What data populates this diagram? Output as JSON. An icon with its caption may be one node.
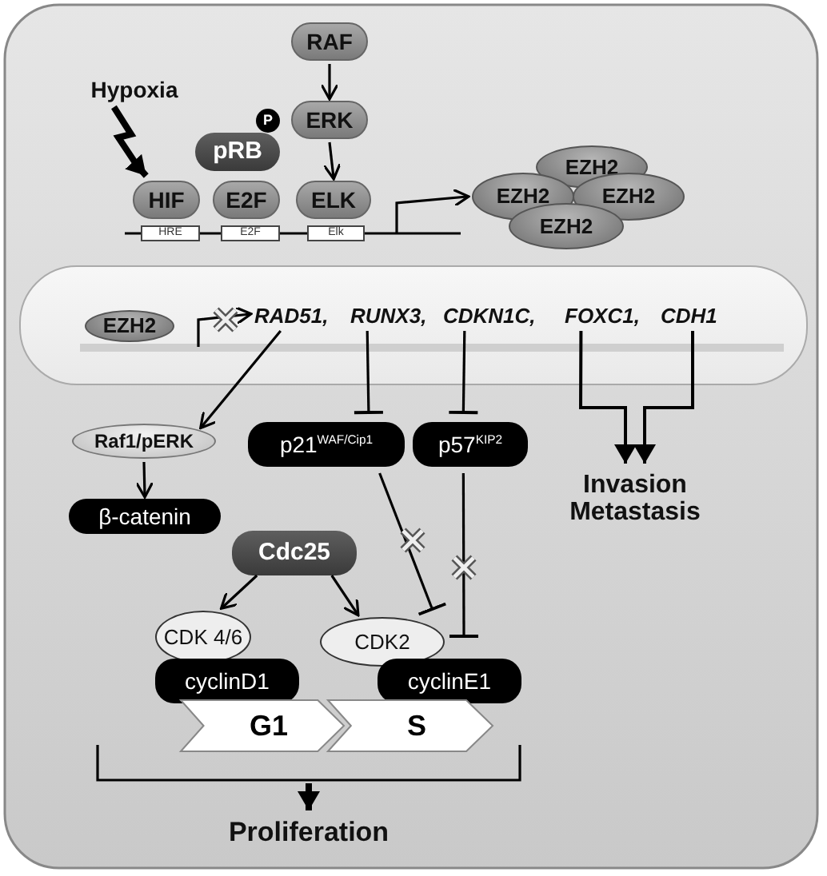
{
  "diagram": {
    "nodes": [
      {
        "text": [
          "RAF"
        ]
      },
      {
        "text": [
          "ERK"
        ]
      },
      {
        "text": [
          "Hypoxia"
        ]
      },
      {
        "text": [
          "pRB"
        ]
      },
      {
        "text": [
          "HIF"
        ]
      },
      {
        "text": [
          "E2F"
        ]
      },
      {
        "text": [
          "ELK"
        ]
      },
      {
        "text": [
          "HRE"
        ]
      },
      {
        "text": [
          "E2F"
        ]
      },
      {
        "text": [
          "Elk"
        ]
      },
      {
        "text": [
          "EZH2"
        ]
      },
      {
        "text": [
          "EZH2"
        ]
      },
      {
        "text": [
          "EZH2"
        ]
      },
      {
        "text": [
          "EZH2"
        ]
      },
      {
        "text": [],
        "shape": "band"
      },
      {
        "text": [
          "EZH2"
        ],
        "in": 14
      },
      {
        "text": [
          "RAD51,"
        ],
        "in": 14
      },
      {
        "text": [
          "RUNX3,"
        ],
        "in": 14
      },
      {
        "text": [
          "CDKN1C,"
        ],
        "in": 14
      },
      {
        "text": [
          "FOXC1,"
        ],
        "in": 14
      },
      {
        "text": [
          "CDH1"
        ],
        "in": 14
      },
      {
        "text": [
          "Raf1/pERK"
        ]
      },
      {
        "text": [
          "β-catenin"
        ]
      },
      {
        "text": [
          "p21$^{WAF/Cip1}$"
        ]
      },
      {
        "text": [
          "p57$^{KIP2}$"
        ]
      },
      {
        "text": [
          "Invasion Metastasis"
        ]
      },
      {
        "text": [
          "Cdc25"
        ]
      },
      {
        "text": [
          "CDK 4/6"
        ]
      },
      {
        "text": [
          "cyclinD1"
        ]
      },
      {
        "text": [
          "CDK2"
        ]
      },
      {
        "text": [
          "cyclinE1"
        ]
      },
      {
        "text": [
          "G1"
        ]
      },
      {
        "text": [
          "S"
        ]
      },
      {
        "text": [
          "Proliferation"
        ]
      },
      {
        "text": [],
        "shape": "bracket"
      }
    ],
    "edges": [
      {
        "from": 0,
        "to": 1,
        "arrow": "to"
      },
      {
        "from": 1,
        "to": 6,
        "arrow": "to"
      },
      {
        "from": 2,
        "to": 4,
        "arrow": "to",
        "style": "thick"
      },
      {
        "from": null,
        "to": 11,
        "arrow": "to"
      },
      {
        "from": null,
        "to": 16,
        "arrow": "to"
      },
      {
        "from": 16,
        "to": 21,
        "arrow": "to"
      },
      {
        "from": 21,
        "to": 22,
        "arrow": "to"
      },
      {
        "from": 17,
        "to": 23,
        "arrow": "other"
      },
      {
        "from": 18,
        "to": 24,
        "arrow": "other"
      },
      {
        "from": 23,
        "to": 29,
        "arrow": "other"
      },
      {
        "from": 24,
        "to": 30,
        "arrow": "other"
      },
      {
        "from": 26,
        "to": 27,
        "arrow": "to"
      },
      {
        "from": 26,
        "to": 29,
        "arrow": "to"
      },
      {
        "from": 19,
        "to": 25,
        "arrow": "to"
      },
      {
        "from": 20,
        "to": 25,
        "arrow": "to"
      },
      {
        "from": 34,
        "to": 33,
        "arrow": "to",
        "style": "thick"
      }
    ],
    "labels": [
      "P"
    ]
  }
}
